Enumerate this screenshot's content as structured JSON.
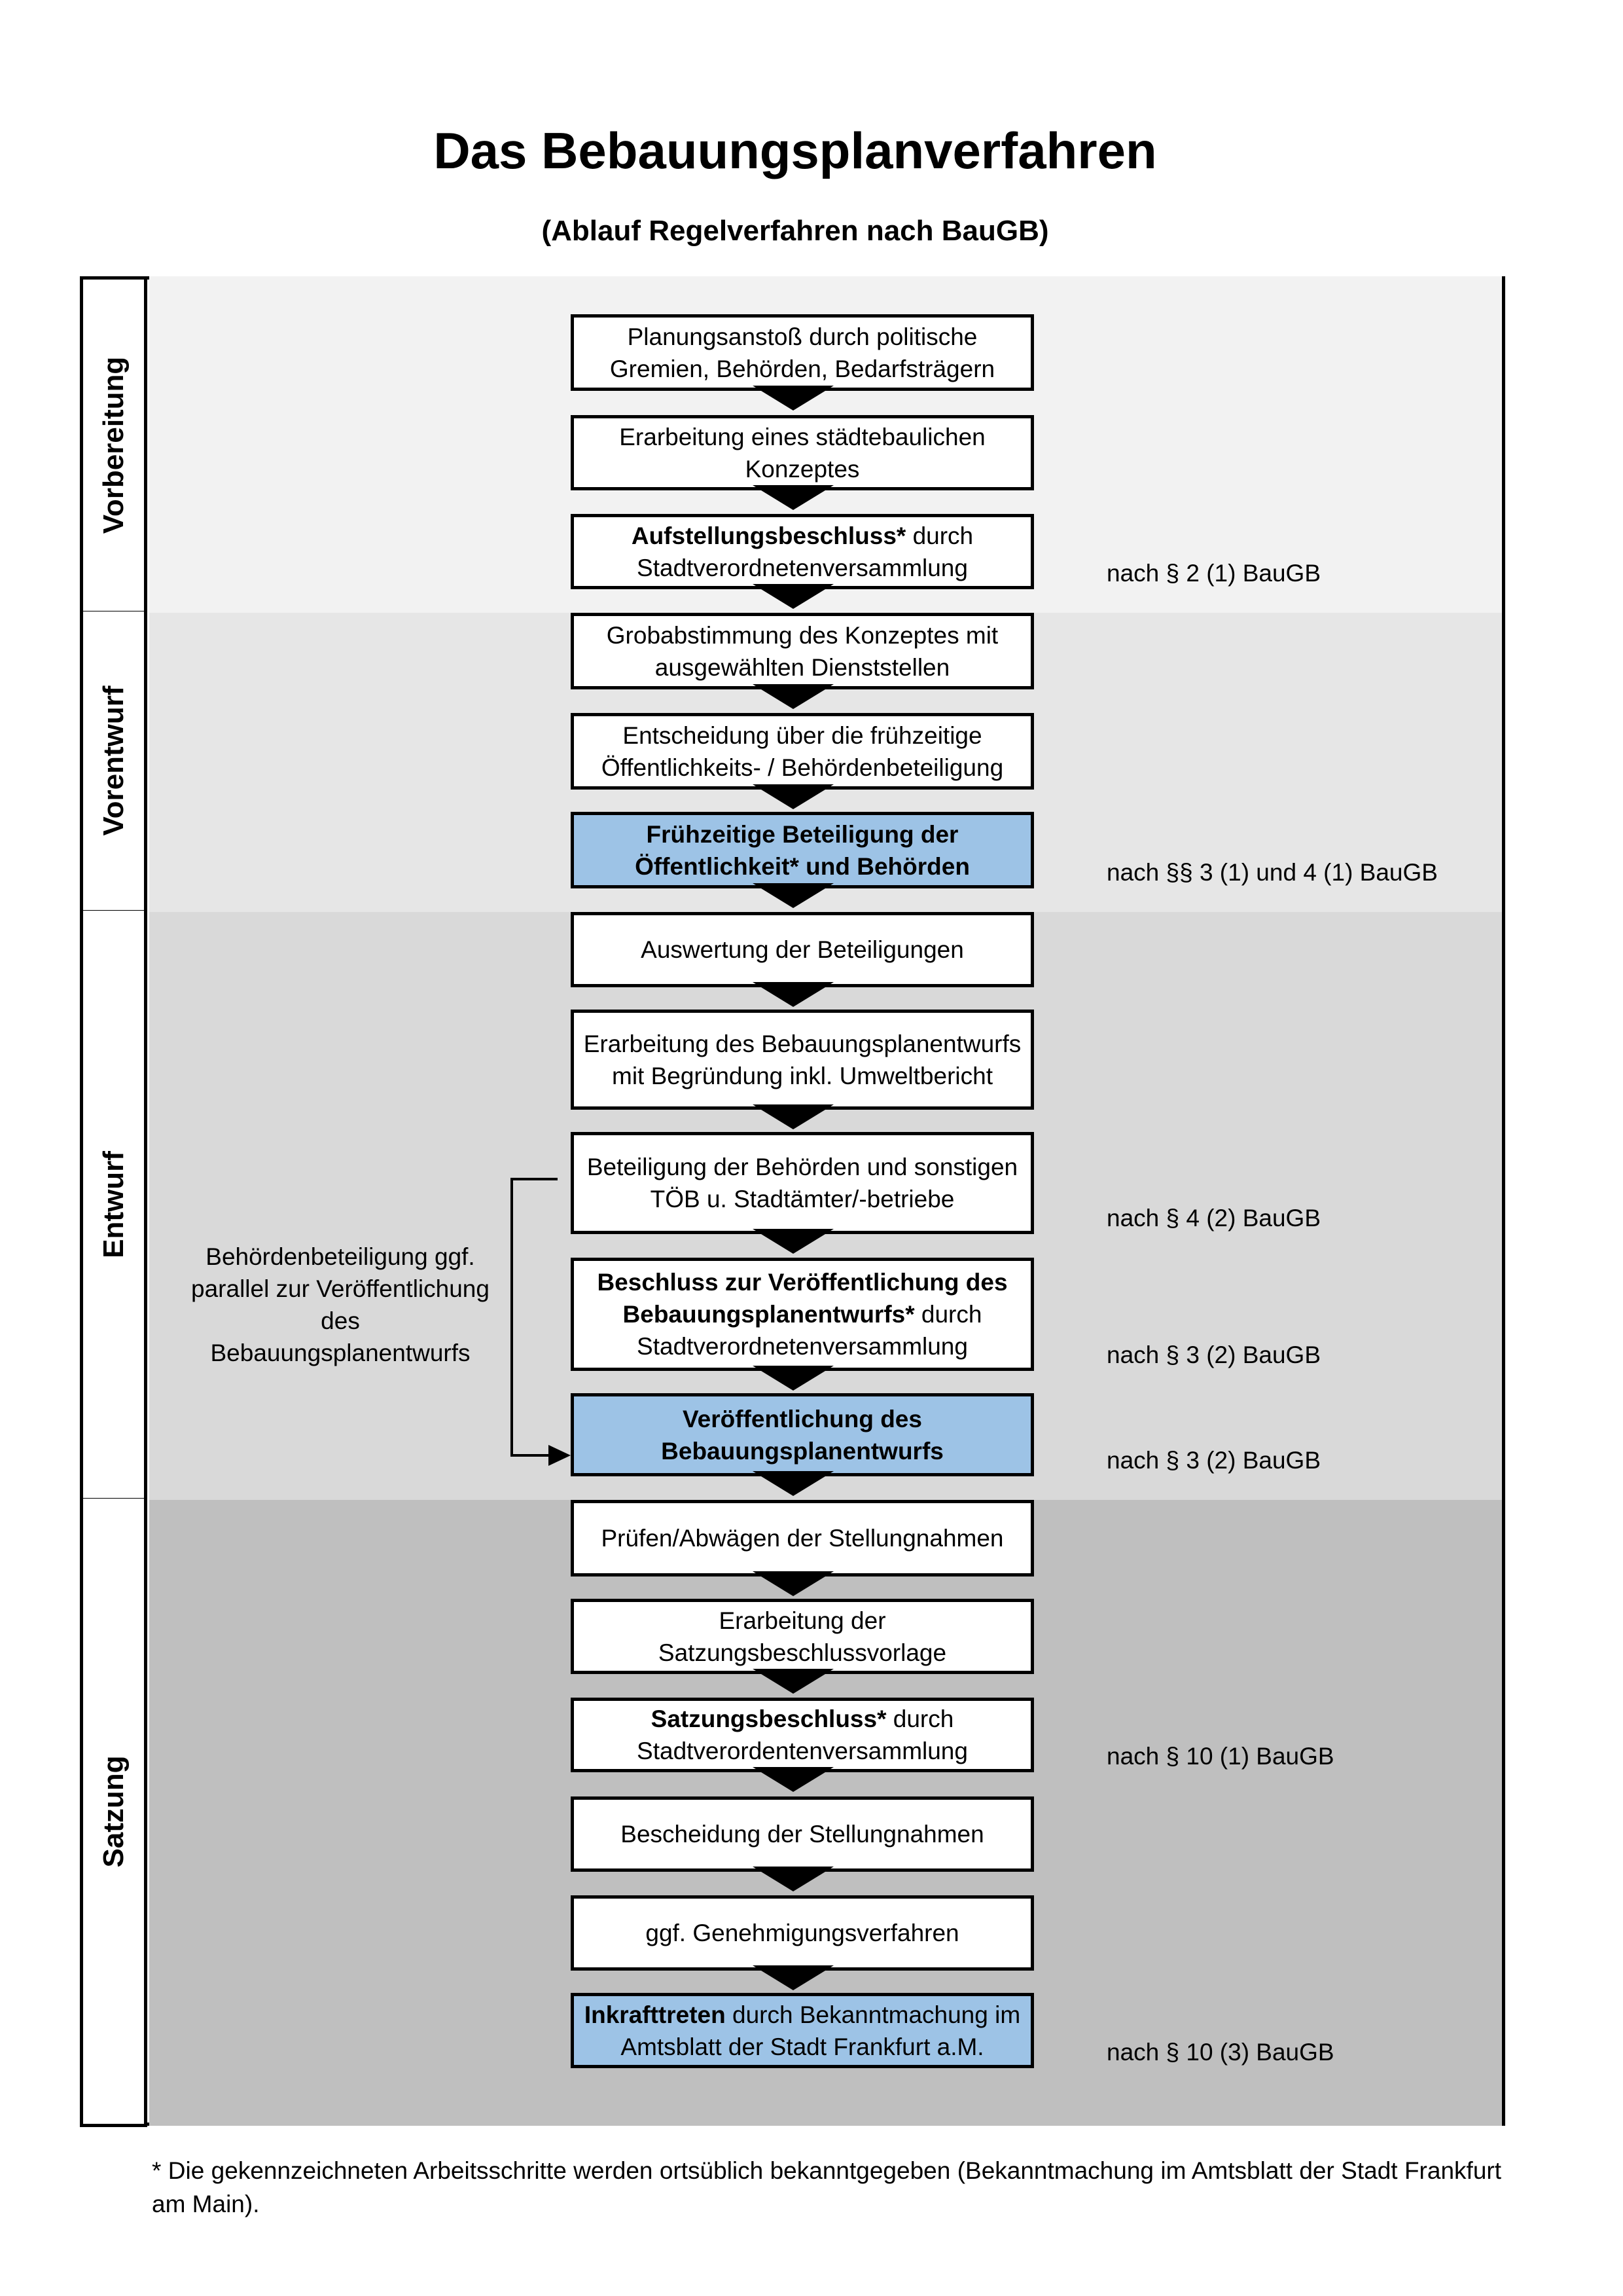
{
  "title": "Das Bebauungsplanverfahren",
  "subtitle": "(Ablauf Regelverfahren nach BauGB)",
  "colors": {
    "phase_1": "#f2f2f2",
    "phase_2": "#e6e6e6",
    "phase_3": "#d9d9d9",
    "phase_4": "#bfbfbf",
    "highlight": "#9dc3e6"
  },
  "phases": [
    {
      "label": "Vorbereitung"
    },
    {
      "label": "Vorentwurf"
    },
    {
      "label": "Entwurf"
    },
    {
      "label": "Satzung"
    }
  ],
  "steps": [
    {
      "parts": [
        {
          "text": "Planungsanstoß durch politische Gremien, Behörden, Bedarfsträgern",
          "bold": false
        }
      ],
      "highlight": false
    },
    {
      "parts": [
        {
          "text": "Erarbeitung eines städtebaulichen Konzeptes",
          "bold": false
        }
      ],
      "highlight": false
    },
    {
      "parts": [
        {
          "text": "Aufstellungsbeschluss*",
          "bold": true
        },
        {
          "text": " durch Stadtverordnetenversammlung",
          "bold": false
        }
      ],
      "highlight": false,
      "note": "nach § 2 (1) BauGB"
    },
    {
      "parts": [
        {
          "text": "Grobabstimmung des Konzeptes mit ausgewählten Dienststellen",
          "bold": false
        }
      ],
      "highlight": false
    },
    {
      "parts": [
        {
          "text": "Entscheidung über die frühzeitige Öffentlichkeits- / Behördenbeteiligung",
          "bold": false
        }
      ],
      "highlight": false
    },
    {
      "parts": [
        {
          "text": "Frühzeitige Beteiligung der Öffentlichkeit* und Behörden",
          "bold": true
        }
      ],
      "highlight": true,
      "note": "nach §§ 3 (1) und 4 (1) BauGB"
    },
    {
      "parts": [
        {
          "text": "Auswertung der Beteiligungen",
          "bold": false
        }
      ],
      "highlight": false
    },
    {
      "parts": [
        {
          "text": "Erarbeitung des Bebauungsplanentwurfs mit Begründung inkl. Umweltbericht",
          "bold": false
        }
      ],
      "highlight": false
    },
    {
      "parts": [
        {
          "text": "Beteiligung der Behörden und sonstigen TÖB u. Stadtämter/-betriebe",
          "bold": false
        }
      ],
      "highlight": false,
      "note": "nach § 4 (2) BauGB"
    },
    {
      "parts": [
        {
          "text": "Beschluss zur Veröffentlichung des Bebauungsplanentwurfs*",
          "bold": true
        },
        {
          "text": " durch Stadtverordnetenversammlung",
          "bold": false
        }
      ],
      "highlight": false,
      "note": "nach § 3 (2) BauGB"
    },
    {
      "parts": [
        {
          "text": "Veröffentlichung des Bebauungsplanentwurfs",
          "bold": true
        }
      ],
      "highlight": true,
      "note": "nach § 3 (2) BauGB"
    },
    {
      "parts": [
        {
          "text": "Prüfen/Abwägen der Stellungnahmen",
          "bold": false
        }
      ],
      "highlight": false
    },
    {
      "parts": [
        {
          "text": "Erarbeitung der Satzungsbeschlussvorlage",
          "bold": false
        }
      ],
      "highlight": false
    },
    {
      "parts": [
        {
          "text": "Satzungsbeschluss*",
          "bold": true
        },
        {
          "text": " durch Stadtverordentenversammlung",
          "bold": false
        }
      ],
      "highlight": false,
      "note": "nach § 10 (1) BauGB"
    },
    {
      "parts": [
        {
          "text": "Bescheidung der Stellungnahmen",
          "bold": false
        }
      ],
      "highlight": false
    },
    {
      "parts": [
        {
          "text": "ggf. Genehmigungsverfahren",
          "bold": false
        }
      ],
      "highlight": false
    },
    {
      "parts": [
        {
          "text": "Inkrafttreten",
          "bold": true
        },
        {
          "text": " durch Bekanntmachung im Amtsblatt der Stadt Frankfurt a.M.",
          "bold": false
        }
      ],
      "highlight": true,
      "note": "nach § 10 (3) BauGB"
    }
  ],
  "side_note": "Behördenbeteiligung ggf. parallel zur Veröffentlichung des Bebauungsplanentwurfs",
  "footnote": "* Die gekennzeichneten Arbeitsschritte werden ortsüblich bekanntgegeben (Bekanntmachung im Amtsblatt  der Stadt Frankfurt am Main)."
}
